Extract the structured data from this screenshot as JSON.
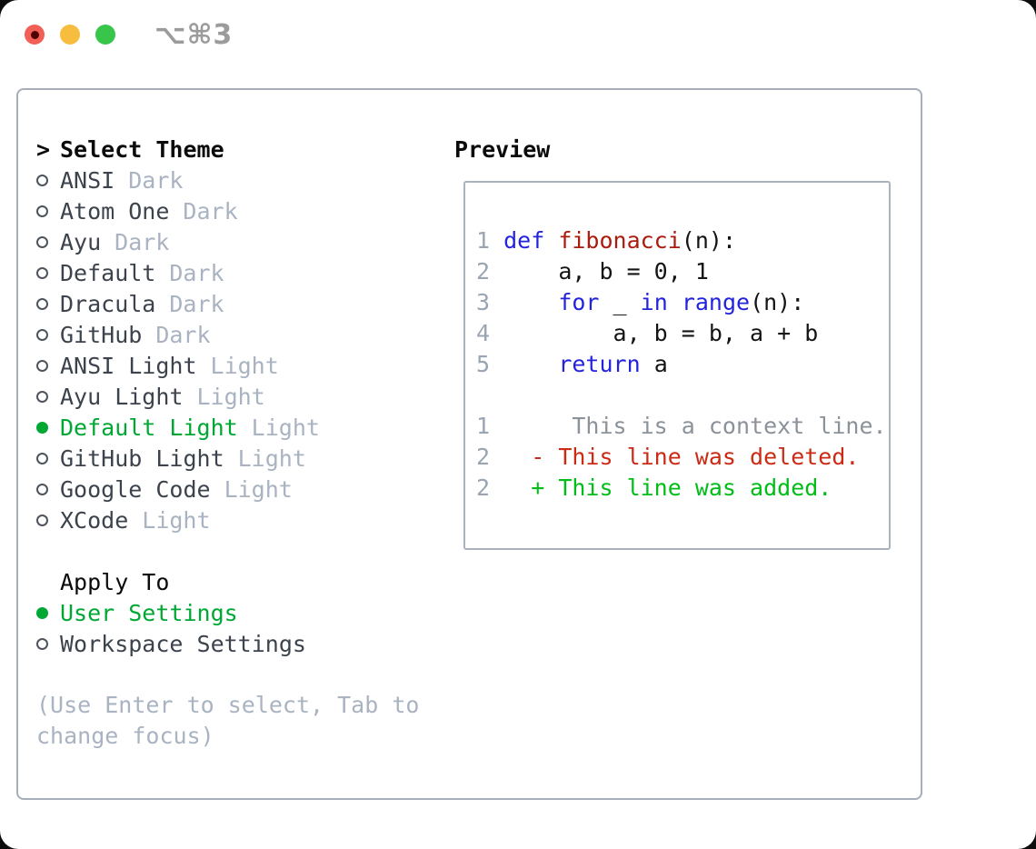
{
  "titlebar": {
    "shortcut": "⌥⌘3",
    "buttons": [
      "close",
      "minimize",
      "zoom"
    ]
  },
  "theme_picker": {
    "header_prefix": ">",
    "header": "Select Theme",
    "items": [
      {
        "label": "ANSI",
        "tag": "Dark",
        "selected": false
      },
      {
        "label": "Atom One",
        "tag": "Dark",
        "selected": false
      },
      {
        "label": "Ayu",
        "tag": "Dark",
        "selected": false
      },
      {
        "label": "Default",
        "tag": "Dark",
        "selected": false
      },
      {
        "label": "Dracula",
        "tag": "Dark",
        "selected": false
      },
      {
        "label": "GitHub",
        "tag": "Dark",
        "selected": false
      },
      {
        "label": "ANSI Light",
        "tag": "Light",
        "selected": false
      },
      {
        "label": "Ayu Light",
        "tag": "Light",
        "selected": false
      },
      {
        "label": "Default Light",
        "tag": "Light",
        "selected": true
      },
      {
        "label": "GitHub Light",
        "tag": "Light",
        "selected": false
      },
      {
        "label": "Google Code",
        "tag": "Light",
        "selected": false
      },
      {
        "label": "XCode",
        "tag": "Light",
        "selected": false
      }
    ]
  },
  "apply_to": {
    "header": "Apply To",
    "options": [
      {
        "label": "User Settings",
        "selected": true
      },
      {
        "label": "Workspace Settings",
        "selected": false
      }
    ]
  },
  "help_text": "(Use Enter to select, Tab to change focus)",
  "preview": {
    "title": "Preview",
    "lines": [
      {
        "tokens": [
          {
            "c": "num",
            "t": "1 "
          },
          {
            "c": "kw",
            "t": "def"
          },
          {
            "c": "plain",
            "t": " "
          },
          {
            "c": "fn",
            "t": "fibonacci"
          },
          {
            "c": "plain",
            "t": "(n):"
          }
        ]
      },
      {
        "tokens": [
          {
            "c": "num",
            "t": "2 "
          },
          {
            "c": "plain",
            "t": "    a, b = 0, 1"
          }
        ]
      },
      {
        "tokens": [
          {
            "c": "num",
            "t": "3 "
          },
          {
            "c": "plain",
            "t": "    "
          },
          {
            "c": "kw",
            "t": "for"
          },
          {
            "c": "plain",
            "t": " _ "
          },
          {
            "c": "kw",
            "t": "in"
          },
          {
            "c": "plain",
            "t": " "
          },
          {
            "c": "kw",
            "t": "range"
          },
          {
            "c": "plain",
            "t": "(n):"
          }
        ]
      },
      {
        "tokens": [
          {
            "c": "num",
            "t": "4 "
          },
          {
            "c": "plain",
            "t": "        a, b = b, a + b"
          }
        ]
      },
      {
        "tokens": [
          {
            "c": "num",
            "t": "5 "
          },
          {
            "c": "plain",
            "t": "    "
          },
          {
            "c": "kw",
            "t": "return"
          },
          {
            "c": "plain",
            "t": " a"
          }
        ]
      },
      {
        "tokens": []
      },
      {
        "tokens": [
          {
            "c": "num",
            "t": "1"
          },
          {
            "c": "ctx",
            "t": "      This is a context line."
          }
        ]
      },
      {
        "tokens": [
          {
            "c": "num",
            "t": "2"
          },
          {
            "c": "del",
            "t": "   - This line was deleted."
          }
        ]
      },
      {
        "tokens": [
          {
            "c": "num",
            "t": "2"
          },
          {
            "c": "add",
            "t": "   + This line was added."
          }
        ]
      }
    ]
  },
  "colors": {
    "selected_green": "#00a733",
    "added_green": "#00bd17",
    "deleted_red": "#cb2a14",
    "keyword_blue": "#2323dd",
    "function_red": "#aa1d0e",
    "context_gray": "#8b9299",
    "line_number_gray": "#9aa5b3",
    "muted_tag_gray": "#a9b3c1",
    "panel_border_gray": "#a6aebb",
    "traffic_red": "#f25f57",
    "traffic_yellow": "#f7bd3f",
    "traffic_green": "#37c649"
  }
}
